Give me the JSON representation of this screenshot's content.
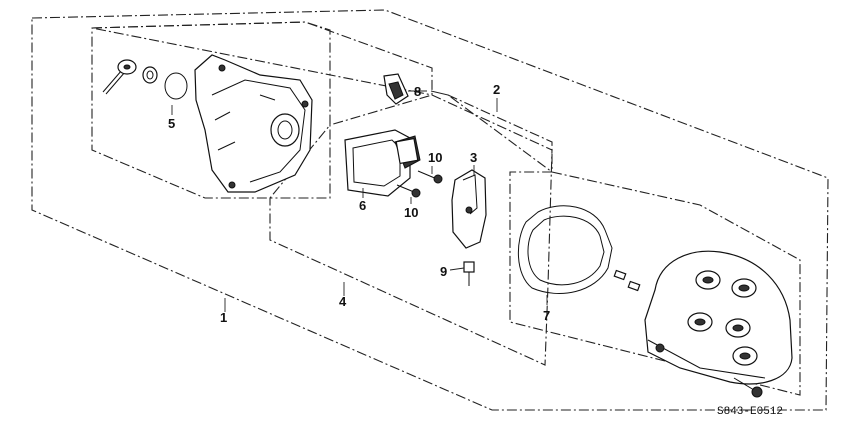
{
  "callouts": {
    "c1": "1",
    "c2": "2",
    "c3": "3",
    "c4": "4",
    "c5": "5",
    "c6": "6",
    "c7": "7",
    "c8": "8",
    "c9": "9",
    "c10a": "10",
    "c10b": "10"
  },
  "diagram_code": "S843-E0512"
}
